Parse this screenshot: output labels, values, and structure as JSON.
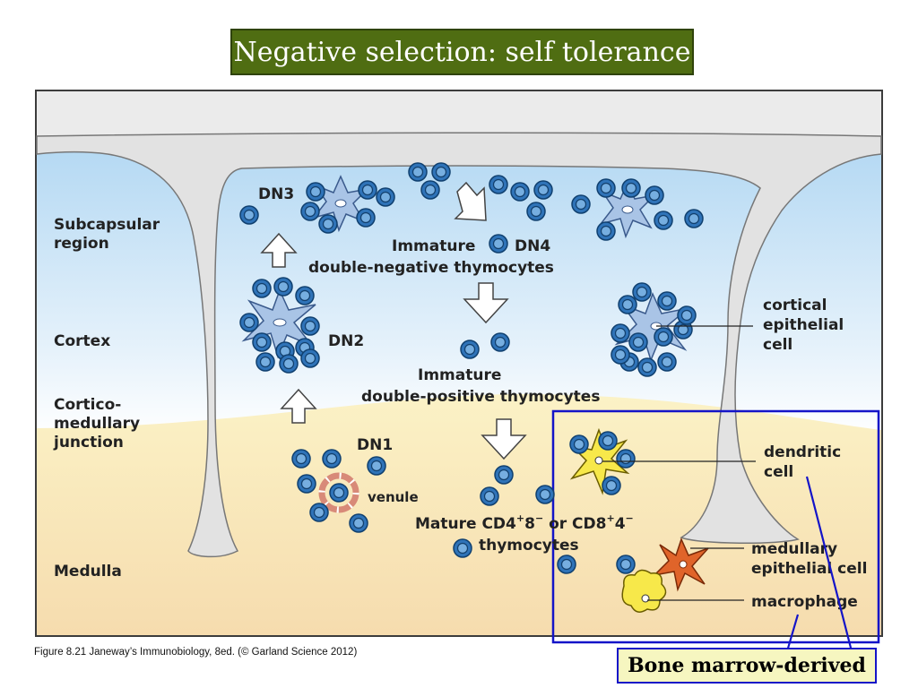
{
  "title": "Negative selection: self tolerance",
  "regions": {
    "subcapsular": [
      "Subcapsular",
      "region"
    ],
    "cortex": "Cortex",
    "junction": [
      "Cortico-",
      "medullary",
      "junction"
    ],
    "medulla": "Medulla"
  },
  "stages": {
    "dn1": "DN1",
    "dn2": "DN2",
    "dn3": "DN3",
    "dn4": "DN4",
    "venule": "venule",
    "immature_dn_1": "Immature",
    "immature_dn_2": "double-negative thymocytes",
    "immature_dp_1": "Immature",
    "immature_dp_2": "double-positive thymocytes",
    "mature_a": "Mature CD4",
    "mature_sup1": "+",
    "mature_b": "8",
    "mature_sup2": "−",
    "mature_c": " or CD8",
    "mature_sup3": "+",
    "mature_d": "4",
    "mature_sup4": "−",
    "mature_2": "thymocytes"
  },
  "cells": {
    "cortical_epithelial": [
      "cortical",
      "epithelial",
      "cell"
    ],
    "dendritic": [
      "dendritic",
      "cell"
    ],
    "medullary_epithelial": [
      "medullary",
      "epithelial cell"
    ],
    "macrophage": "macrophage"
  },
  "caption": "Figure 8.21  Janeway’s Immunobiology, 8ed. (© Garland Science 2012)",
  "bone_marrow_label": "Bone marrow-derived",
  "colors": {
    "title_bg": "#4f6d12",
    "highlight_box": "#1414c8",
    "thymocyte": "#2f73b8",
    "epithelial_cell": "#a9c4e6",
    "dendritic_cell": "#f7e84a",
    "medullary_epithelial_cell": "#e0642a",
    "macrophage": "#f7e84a"
  }
}
